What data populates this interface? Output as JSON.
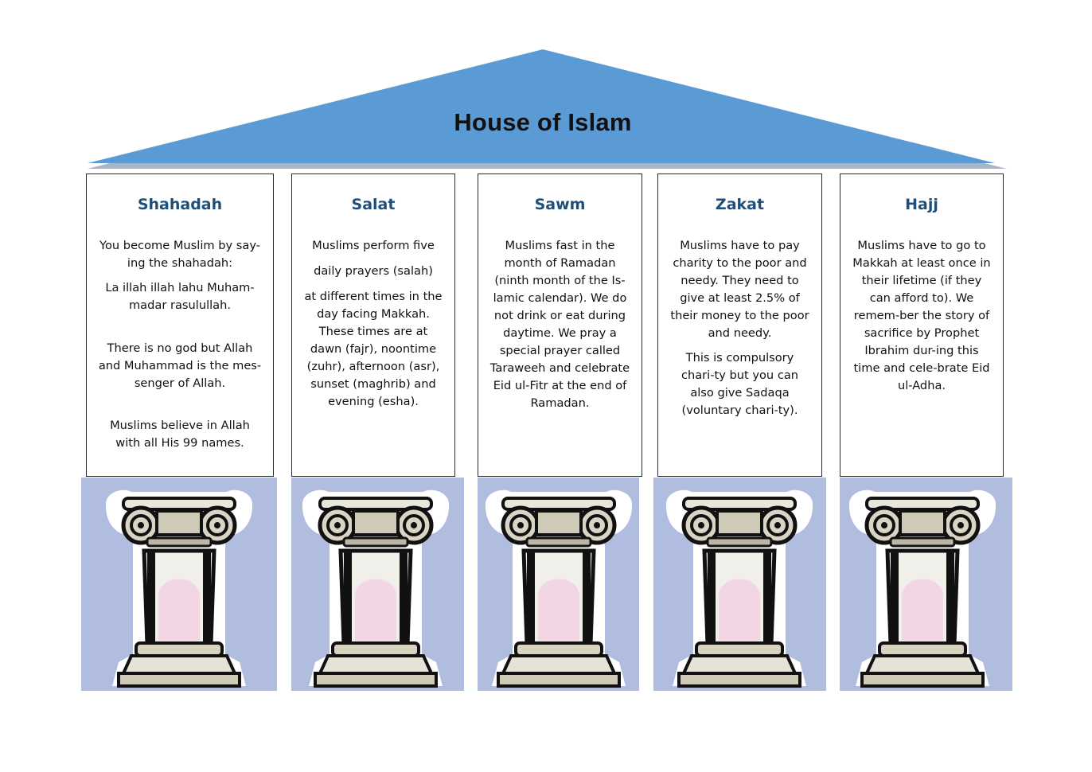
{
  "title": "House of Islam",
  "colors": {
    "roof": "#5b9bd5",
    "pillar_title": "#1f4e79",
    "panel": "#b0bddf"
  },
  "pillars": [
    {
      "title": "Shahadah",
      "paragraphs": [
        "You become Muslim by say-ing the shahadah:",
        "La illah illah lahu Muham-madar rasulullah.",
        "There is no god but Allah and Muhammad is the mes-senger of Allah.",
        "Muslims believe in Allah with all His 99 names."
      ]
    },
    {
      "title": "Salat",
      "paragraphs": [
        "Muslims perform five",
        "daily prayers (salah)",
        "at different times in the day facing Makkah. These times are at dawn (fajr), noontime (zuhr), afternoon (asr), sunset (maghrib) and evening (esha)."
      ]
    },
    {
      "title": "Sawm",
      "paragraphs": [
        "Muslims fast in the month of Ramadan (ninth month of the Is-lamic calendar). We do not drink or eat during daytime.  We pray a special prayer called Taraweeh and celebrate Eid ul-Fitr at the end of Ramadan."
      ]
    },
    {
      "title": "Zakat",
      "paragraphs": [
        "Muslims have to pay charity to the poor and needy.  They need to give at least 2.5% of their money to the poor and needy.",
        "This is compulsory chari-ty but you can also give Sadaqa (voluntary chari-ty)."
      ]
    },
    {
      "title": "Hajj",
      "paragraphs": [
        "Muslims have to go to Makkah at least once in their lifetime (if they can afford to). We remem-ber the story of sacrifice by Prophet Ibrahim dur-ing this time and cele-brate Eid ul-Adha."
      ]
    }
  ]
}
